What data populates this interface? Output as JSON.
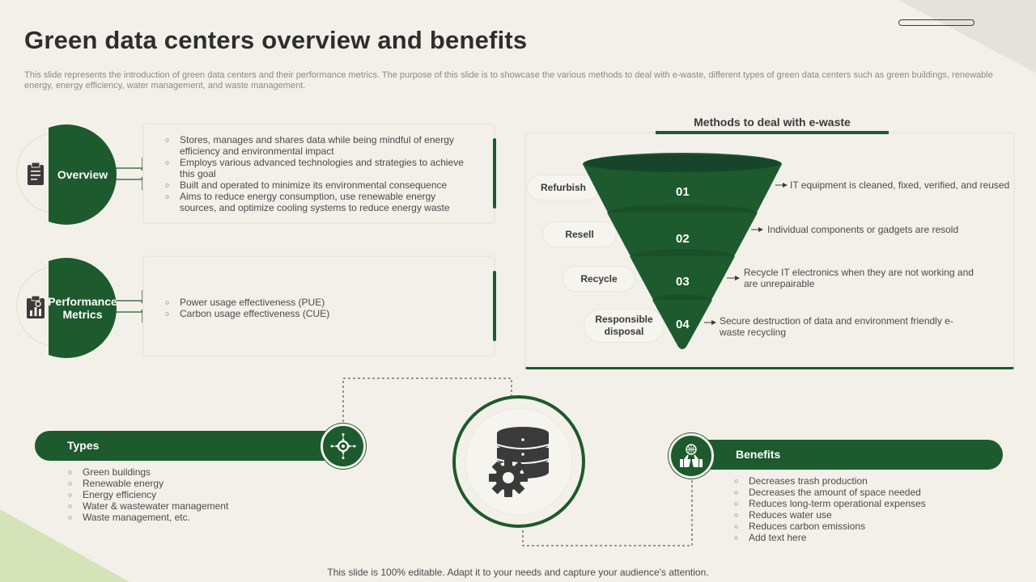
{
  "title": "Green data centers overview and benefits",
  "subtitle": "This slide represents the introduction of green data centers and their performance metrics. The purpose of this slide is to showcase the various methods to deal with e-waste, different types of green data centers such as green buildings, renewable energy, energy efficiency, water management, and waste management.",
  "overview": {
    "label": "Overview",
    "icon": "clipboard-icon",
    "bullets": [
      "Stores, manages and shares data while being mindful of energy efficiency and environmental impact",
      "Employs various advanced technologies and strategies to achieve this goal",
      "Built and operated to minimize its environmental consequence",
      "Aims to reduce energy consumption, use renewable energy sources, and optimize cooling systems to reduce energy waste"
    ]
  },
  "performance": {
    "label": "Performance Metrics",
    "icon": "analytics-report-icon",
    "bullets": [
      "Power usage effectiveness (PUE)",
      "Carbon usage effectiveness (CUE)"
    ]
  },
  "ewaste": {
    "title": "Methods to deal with e-waste",
    "stages": [
      {
        "num": "01",
        "label": "Refurbish",
        "desc": "IT equipment is cleaned, fixed, verified, and reused"
      },
      {
        "num": "02",
        "label": "Resell",
        "desc": "Individual components or gadgets are resold"
      },
      {
        "num": "03",
        "label": "Recycle",
        "desc": "Recycle IT electronics when they are not working and are unrepairable"
      },
      {
        "num": "04",
        "label": "Responsible disposal",
        "desc": "Secure destruction of data and environment friendly e-waste recycling"
      }
    ]
  },
  "types": {
    "label": "Types",
    "icon": "gear-network-icon",
    "bullets": [
      "Green buildings",
      "Renewable energy",
      "Energy efficiency",
      "Water & wastewater management",
      "Waste management, etc."
    ]
  },
  "center_icon": "database-gear-icon",
  "benefits": {
    "label": "Benefits",
    "icon": "thumbs-up-globe-icon",
    "bullets": [
      "Decreases trash production",
      "Decreases the amount of space needed",
      "Reduces long-term operational expenses",
      "Reduces water use",
      "Reduces carbon emissions",
      "Add text here"
    ]
  },
  "footer": "This slide is 100% editable. Adapt it to your needs and capture your audience's attention.",
  "colors": {
    "primary_green": "#1d5a2d",
    "background": "#f3f0e9",
    "accent_light_green": "#d5e3b8"
  }
}
